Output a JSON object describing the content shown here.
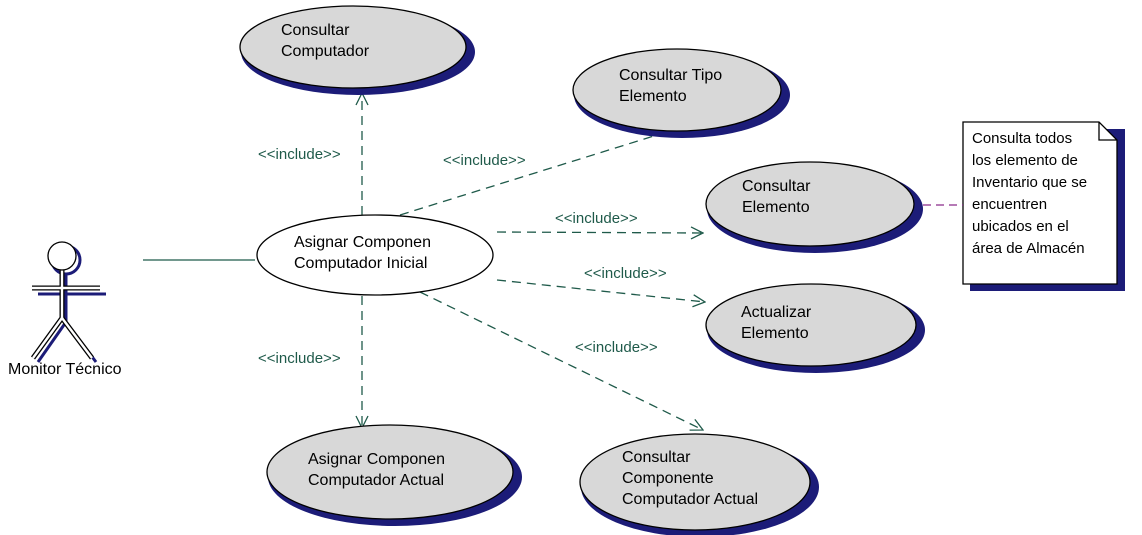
{
  "actor": {
    "name": "Monitor Técnico"
  },
  "use_cases": {
    "main": {
      "lines": [
        "Asignar Componen",
        "Computador Inicial"
      ]
    },
    "consultar_computador": {
      "lines": [
        "Consultar",
        "Computador"
      ]
    },
    "consultar_tipo": {
      "lines": [
        "Consultar Tipo",
        "Elemento"
      ]
    },
    "consultar_elemento": {
      "lines": [
        "Consultar",
        "Elemento"
      ]
    },
    "actualizar_elemento": {
      "lines": [
        "Actualizar",
        "Elemento"
      ]
    },
    "asignar_actual": {
      "lines": [
        "Asignar Componen",
        "Computador Actual"
      ]
    },
    "consultar_componente": {
      "lines": [
        "Consultar",
        "Componente",
        "Computador Actual"
      ]
    }
  },
  "include_label": "<<include>>",
  "note": {
    "lines": [
      "Consulta todos",
      "los elemento de",
      "Inventario que se",
      "encuentren",
      "ubicados en el",
      "área de Almacén"
    ]
  },
  "colors": {
    "ellipse_fill_main": "#ffffff",
    "ellipse_fill": "#d8d8d8",
    "shadow": "#1c1c78",
    "include_line": "#1f5a4a",
    "note_link": "#8a2a8a"
  }
}
